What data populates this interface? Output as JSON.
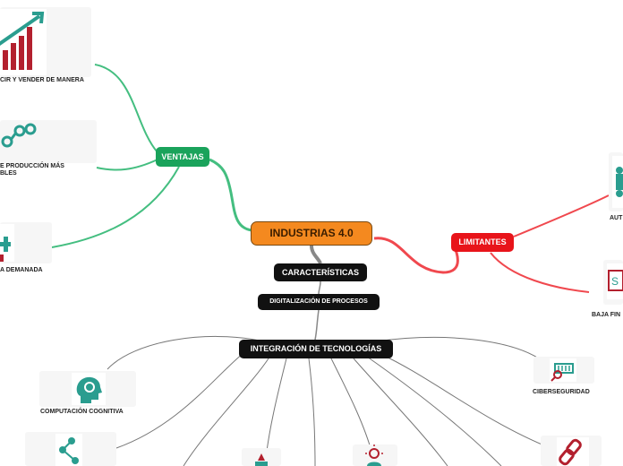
{
  "central": {
    "label": "INDUSTRIAS 4.0"
  },
  "main_branches": {
    "caracteristicas": "CARACTERÍSTICAS",
    "digitalizacion": "DIGITALIZACIÓN DE PROCESOS",
    "integracion": "INTEGRACIÓN DE TECNOLOGÍAS"
  },
  "ventajas": {
    "label": "VENTAJAS",
    "items": [
      {
        "label": "CIR Y VENDER DE MANERA",
        "icon": "growth-chart-icon"
      },
      {
        "label_line1": "E PRODUCCIÓN MÁS",
        "label_line2": "BLES",
        "icon": "process-nodes-icon"
      },
      {
        "label": "A DEMANADA",
        "icon": "plus-icon"
      }
    ]
  },
  "limitantes": {
    "label": "LIMITANTES",
    "items": [
      {
        "label": "AUT",
        "icon": "puzzle-icon"
      },
      {
        "label": "BAJA FIN",
        "icon": "dollar-sign-icon"
      }
    ]
  },
  "tecnologias": [
    {
      "label": "COMPUTACIÓN COGNITIVA",
      "icon": "head-gears-icon"
    },
    {
      "label": "CIBERSEGURIDAD",
      "icon": "security-scan-icon"
    }
  ],
  "colors": {
    "central": "#f4891f",
    "ventajas": "#1aa35b",
    "limitantes": "#e8141a",
    "dark": "#111111",
    "teal_icon": "#2a9d8f",
    "maroon_icon": "#b3202e"
  }
}
